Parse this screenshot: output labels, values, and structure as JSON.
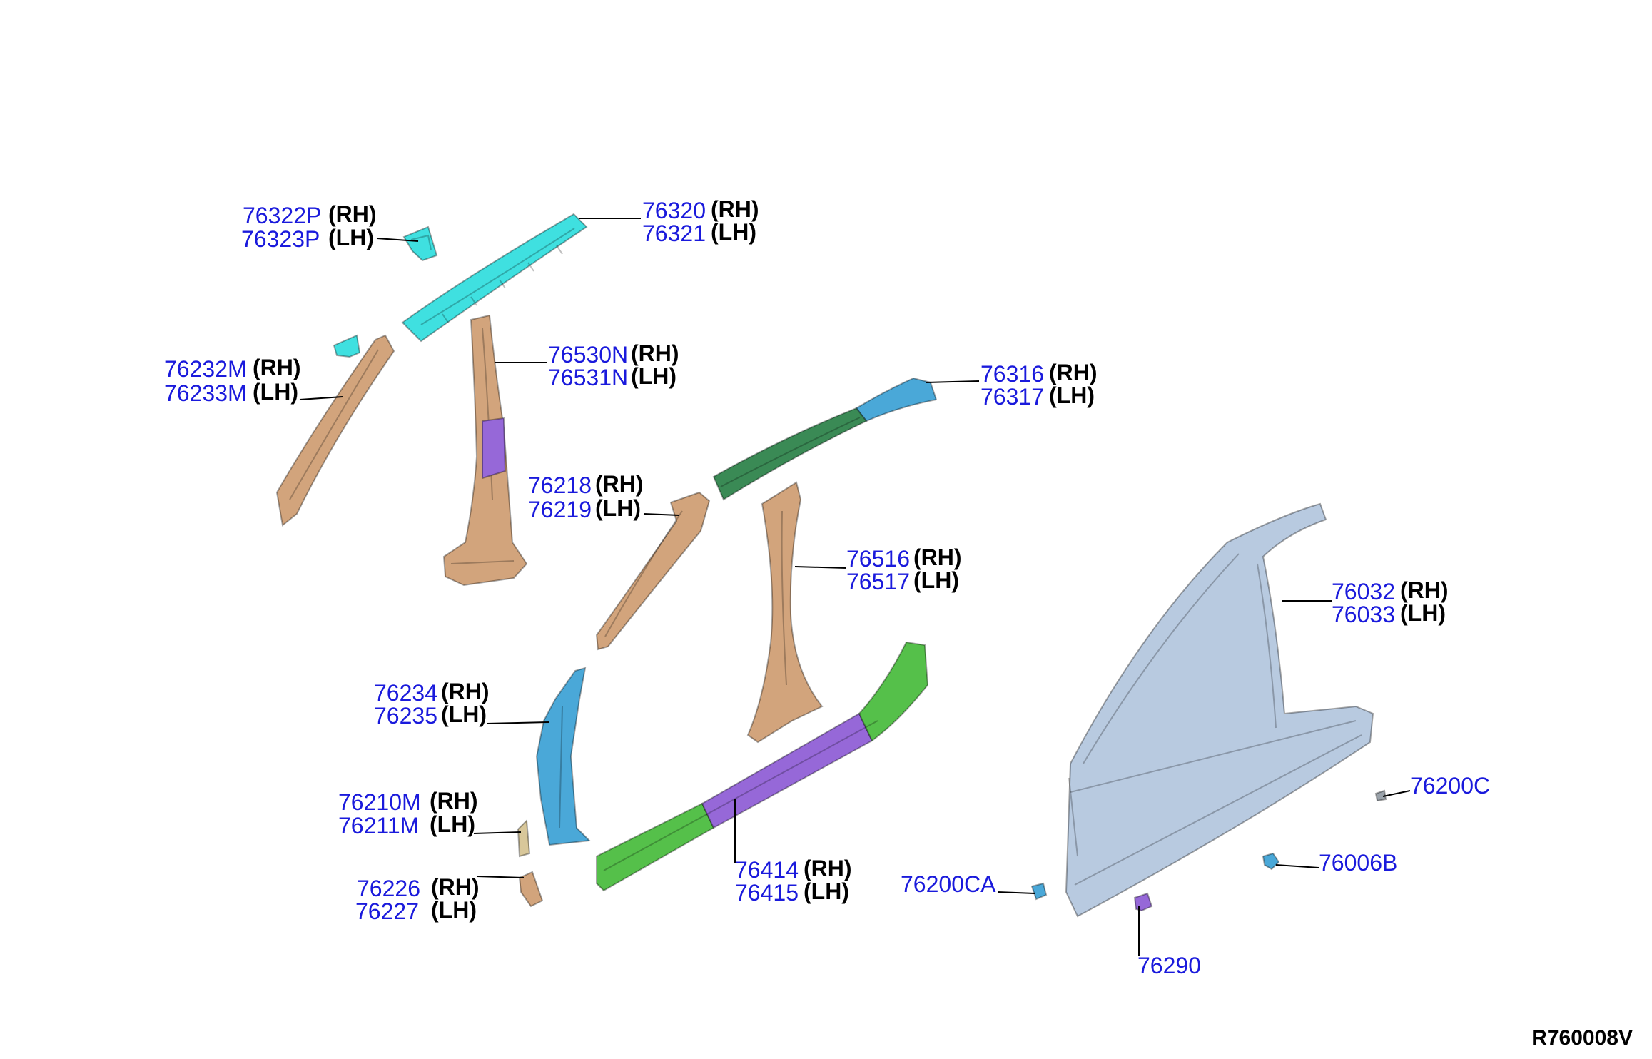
{
  "colors": {
    "part_number": "#1a1adc",
    "side_label": "#000000",
    "teal_parts": "#3fe0e0",
    "tan_parts": "#d2a47c",
    "blue_parts": "#4aa8d8",
    "dark_green": "#3a8a55",
    "green": "#55c04a",
    "purple": "#9668d8",
    "outer_panel": "#b8cae0"
  },
  "callouts": [
    {
      "id": "76322P",
      "part_rh": "76322P",
      "side_rh": "(RH)",
      "part_lh": "76323P",
      "side_lh": "(LH)"
    },
    {
      "id": "76320",
      "part_rh": "76320",
      "side_rh": "(RH)",
      "part_lh": "76321",
      "side_lh": "(LH)"
    },
    {
      "id": "76232M",
      "part_rh": "76232M",
      "side_rh": "(RH)",
      "part_lh": "76233M",
      "side_lh": "(LH)"
    },
    {
      "id": "76530N",
      "part_rh": "76530N",
      "side_rh": "(RH)",
      "part_lh": "76531N",
      "side_lh": "(LH)"
    },
    {
      "id": "76316",
      "part_rh": "76316",
      "side_rh": "(RH)",
      "part_lh": "76317",
      "side_lh": "(LH)"
    },
    {
      "id": "76218",
      "part_rh": "76218",
      "side_rh": "(RH)",
      "part_lh": "76219",
      "side_lh": "(LH)"
    },
    {
      "id": "76516",
      "part_rh": "76516",
      "side_rh": "(RH)",
      "part_lh": "76517",
      "side_lh": "(LH)"
    },
    {
      "id": "76032",
      "part_rh": "76032",
      "side_rh": "(RH)",
      "part_lh": "76033",
      "side_lh": "(LH)"
    },
    {
      "id": "76234",
      "part_rh": "76234",
      "side_rh": "(RH)",
      "part_lh": "76235",
      "side_lh": "(LH)"
    },
    {
      "id": "76210M",
      "part_rh": "76210M",
      "side_rh": "(RH)",
      "part_lh": "76211M",
      "side_lh": "(LH)"
    },
    {
      "id": "76226",
      "part_rh": "76226",
      "side_rh": "(RH)",
      "part_lh": "76227",
      "side_lh": "(LH)"
    },
    {
      "id": "76414",
      "part_rh": "76414",
      "side_rh": "(RH)",
      "part_lh": "76415",
      "side_lh": "(LH)"
    }
  ],
  "single_labels": {
    "76200C": "76200C",
    "76006B": "76006B",
    "76200CA": "76200CA",
    "76290": "76290"
  },
  "diagram_ref": "R760008V"
}
